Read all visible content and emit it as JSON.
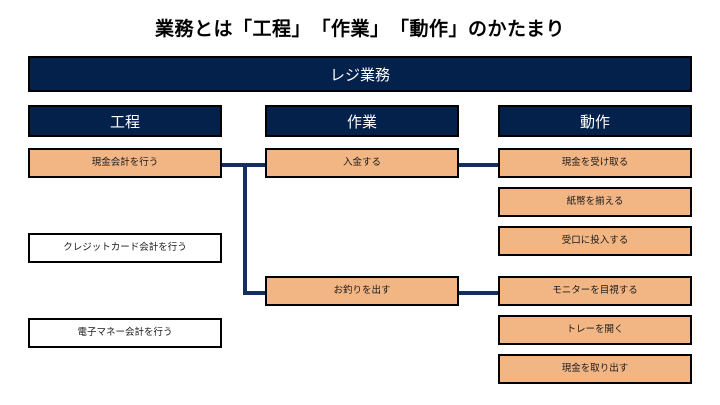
{
  "title": "業務とは「工程」　「作業」　「動作」のかたまり",
  "header": {
    "label": "レジ業務"
  },
  "colors": {
    "navy": "#04214c",
    "orange": "#f2b584",
    "connector": "#132f5e",
    "border": "#000000",
    "white": "#ffffff"
  },
  "columns": [
    {
      "header": "工程",
      "items": [
        {
          "label": "現金会計を行う",
          "filled": true
        },
        {
          "label": "クレジットカード会計を行う",
          "filled": false
        },
        {
          "label": "電子マネー会計を行う",
          "filled": false
        }
      ]
    },
    {
      "header": "作業",
      "items": [
        {
          "label": "入金する",
          "filled": true
        },
        {
          "label": "お釣りを出す",
          "filled": true
        }
      ]
    },
    {
      "header": "動作",
      "items": [
        {
          "label": "現金を受け取る",
          "filled": true
        },
        {
          "label": "紙幣を揃える",
          "filled": true
        },
        {
          "label": "受口に投入する",
          "filled": true
        },
        {
          "label": "モニターを目視する",
          "filled": true
        },
        {
          "label": "トレーを開く",
          "filled": true
        },
        {
          "label": "現金を取り出す",
          "filled": true
        }
      ]
    }
  ]
}
